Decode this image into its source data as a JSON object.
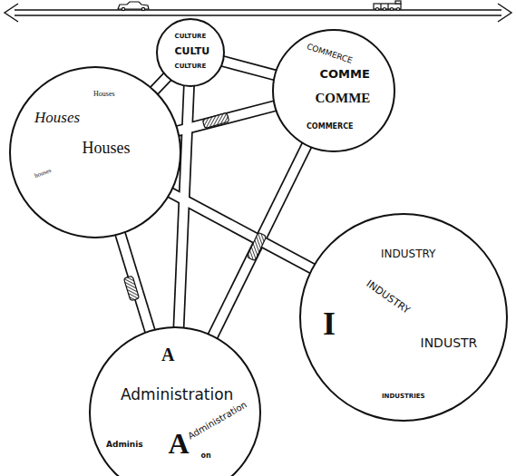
{
  "diagram": {
    "nodes": [
      {
        "text": [
          "CULTURE",
          "CULTU",
          "CULTURE"
        ]
      },
      {
        "text": [
          "COMMERCE",
          "COMME",
          "COMME",
          "COMMERCE"
        ]
      },
      {
        "text": [
          "Houses",
          "Houses",
          "Houses",
          "houses"
        ]
      },
      {
        "text": [
          "INDUSTRY",
          "I",
          "INDUSTRY",
          "INDUSTR",
          "INDUSTRIES"
        ]
      },
      {
        "text": [
          "A",
          "Administration",
          "Administration",
          "Adminis",
          "A",
          "on"
        ]
      }
    ],
    "edges": [
      {
        "from": 0,
        "to": 2,
        "arrow": "none"
      },
      {
        "from": 0,
        "to": 1,
        "arrow": "none"
      },
      {
        "from": 0,
        "to": 4,
        "arrow": "none"
      },
      {
        "from": 2,
        "to": 1,
        "arrow": "none"
      },
      {
        "from": 2,
        "to": 4,
        "arrow": "none"
      },
      {
        "from": 1,
        "to": 4,
        "arrow": "none"
      },
      {
        "from": 2,
        "to": 3,
        "arrow": "none"
      }
    ]
  }
}
